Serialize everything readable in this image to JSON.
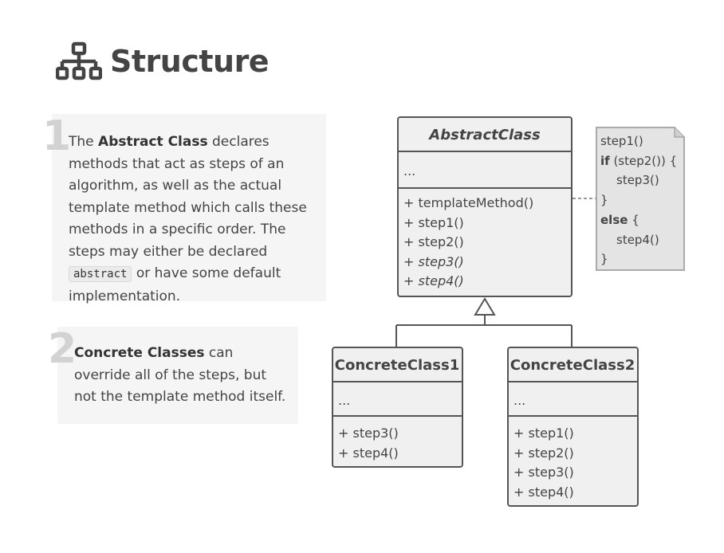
{
  "page": {
    "title": "Structure",
    "icon": "structure-hierarchy-icon"
  },
  "notes": [
    {
      "number": "1",
      "segments": {
        "s1": "The ",
        "b1": "Abstract Class",
        "s2": " declares methods that act as steps of an algorithm, as well as the actual template method which calls these methods in a specific order. The steps may either be declared ",
        "code": "abstract",
        "s3": " or have some default implementation."
      }
    },
    {
      "number": "2",
      "segments": {
        "b1": "Concrete Classes",
        "s1": " can override all of the steps, but not the template method itself."
      }
    }
  ],
  "diagram": {
    "abstract_class": {
      "name": "AbstractClass",
      "fields": "...",
      "methods": [
        "+ templateMethod()",
        "+ step1()",
        "+ step2()",
        "+ step3()",
        "+ step4()"
      ]
    },
    "concrete_classes": [
      {
        "name": "ConcreteClass1",
        "fields": "...",
        "methods": [
          "+ step3()",
          "+ step4()"
        ]
      },
      {
        "name": "ConcreteClass2",
        "fields": "...",
        "methods": [
          "+ step1()",
          "+ step2()",
          "+ step3()",
          "+ step4()"
        ]
      }
    ],
    "code_note": {
      "lines": [
        {
          "pre": "",
          "kw": "",
          "text": "step1()"
        },
        {
          "pre": "",
          "kw": "if",
          "text": " (step2()) {"
        },
        {
          "pre": "   ",
          "kw": "",
          "text": "step3()"
        },
        {
          "pre": "",
          "kw": "",
          "text": "}"
        },
        {
          "pre": "",
          "kw": "else",
          "text": " {"
        },
        {
          "pre": "   ",
          "kw": "",
          "text": "step4()"
        },
        {
          "pre": "",
          "kw": "",
          "text": "}"
        }
      ]
    }
  },
  "colors": {
    "stroke": "#555555",
    "box_fill": "#f0f0f0",
    "note_fill": "#e4e4e4",
    "text": "#444444"
  }
}
